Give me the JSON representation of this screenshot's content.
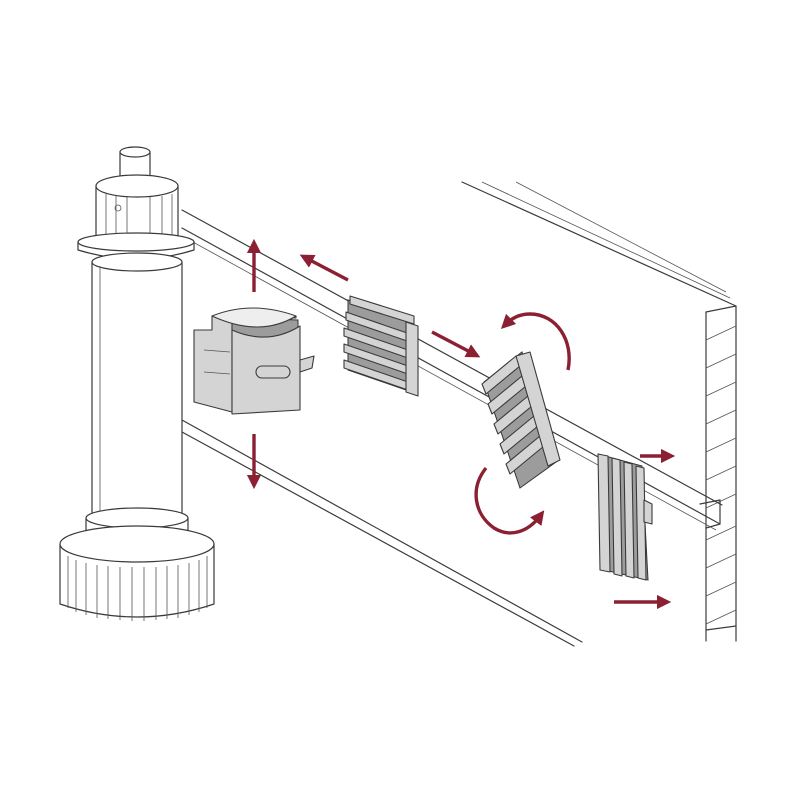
{
  "colors": {
    "arrow": "#8b2032",
    "part_fill": "#d4d4d4",
    "part_dark": "#9c9c9c",
    "line": "#3c3c3c",
    "background": "#ffffff"
  },
  "components": [
    {
      "id": "adjustable-leg",
      "icon": "cylinder-leg"
    },
    {
      "id": "leg-clamp",
      "icon": "clamp-block"
    },
    {
      "id": "plinth-clip-horizontal",
      "icon": "ribbed-clip"
    },
    {
      "id": "plinth-clip-tilted",
      "icon": "ribbed-clip"
    },
    {
      "id": "plinth-clip-vertical",
      "icon": "ribbed-clip"
    },
    {
      "id": "plinth-panel",
      "icon": "plinth-board"
    }
  ],
  "motions": [
    {
      "id": "up-down",
      "icon": "double-arrow-vertical"
    },
    {
      "id": "slide-along-rail",
      "icon": "double-arrow-diagonal"
    },
    {
      "id": "rotate",
      "icon": "curved-arrow-pair"
    },
    {
      "id": "push-toward-panel",
      "icon": "double-arrow-right"
    }
  ]
}
